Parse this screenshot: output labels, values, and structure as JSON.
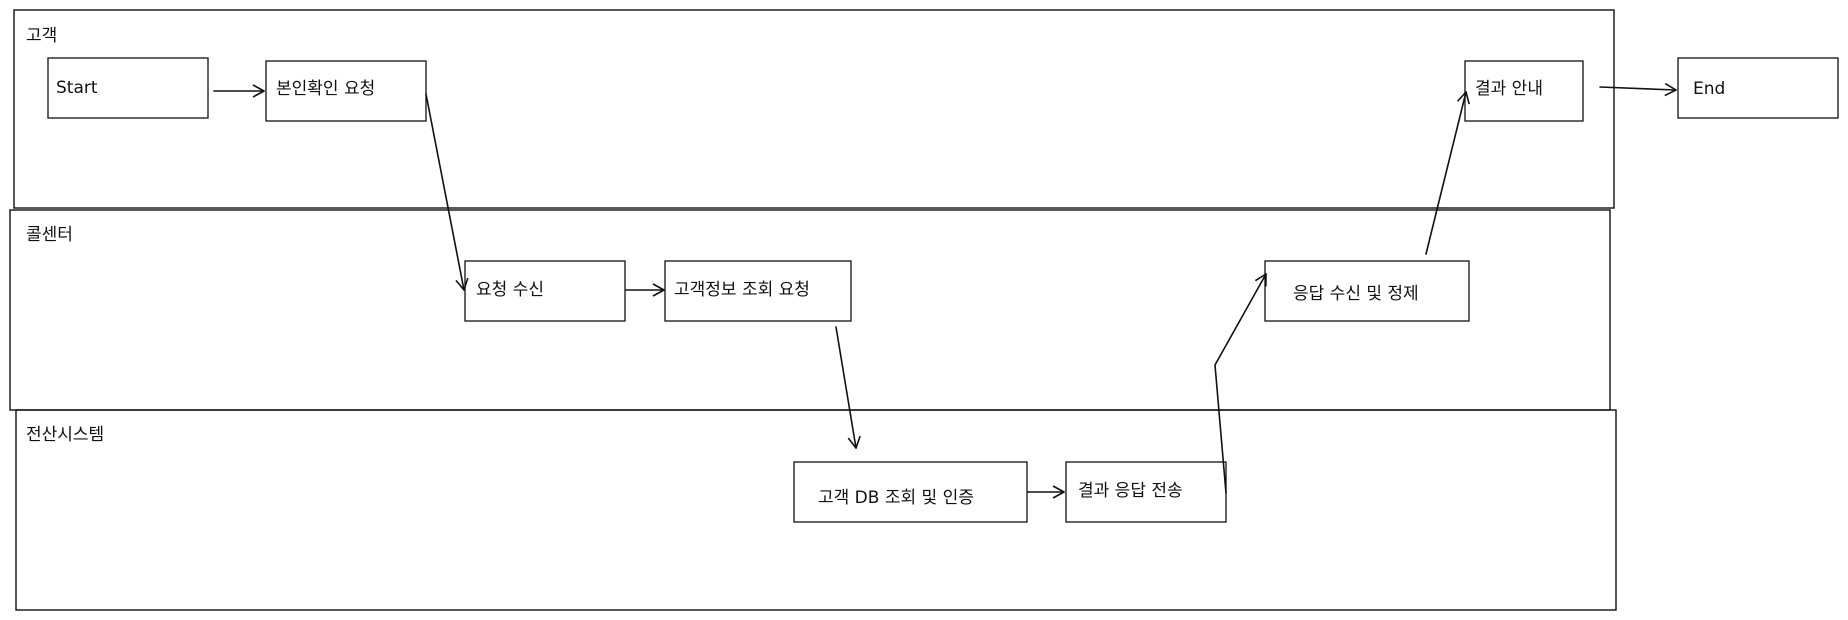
{
  "lanes": {
    "customer": "고객",
    "callcenter": "콜센터",
    "system": "전산시스템"
  },
  "nodes": {
    "start": "Start",
    "identity_request": "본인확인 요청",
    "result_notice": "결과 안내",
    "end": "End",
    "request_receive": "요청 수신",
    "customer_info_request": "고객정보 조회 요청",
    "response_receive": "응답 수신 및 정제",
    "db_lookup": "고객 DB 조회 및 인증",
    "result_send": "결과 응답 전송"
  }
}
